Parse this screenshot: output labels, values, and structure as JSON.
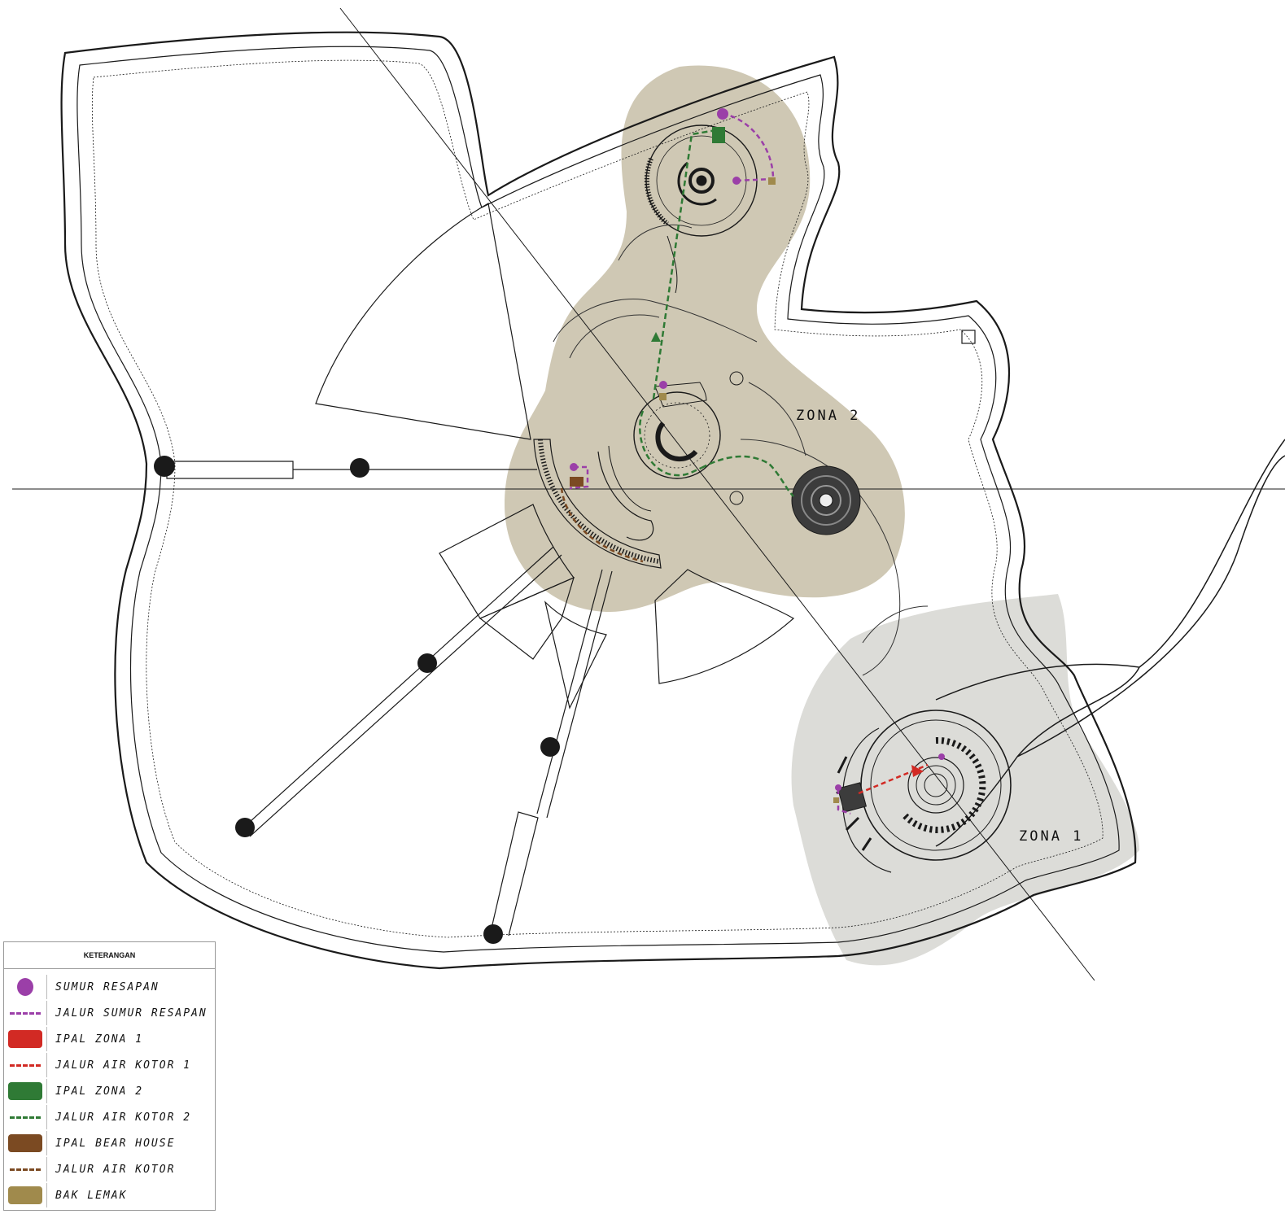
{
  "zones": {
    "zona2": {
      "label": "ZONA 2"
    },
    "zona1": {
      "label": "ZONA 1"
    }
  },
  "colors": {
    "zona2_fill": "#cfc8b4",
    "zona1_fill": "#dcdcd8",
    "sumur": "#9b3fa8",
    "ipal1": "#d22a24",
    "ipal2": "#2f7a35",
    "bear": "#7b4a22",
    "bak_lemak": "#a08a4c",
    "line": "#1a1a1a"
  },
  "legend": {
    "title": "KETERANGAN",
    "items": [
      {
        "label": "SUMUR RESAPAN",
        "symbol": "dot",
        "color": "#9b3fa8"
      },
      {
        "label": "JALUR SUMUR RESAPAN",
        "symbol": "dash",
        "color": "#9b3fa8"
      },
      {
        "label": "IPAL ZONA 1",
        "symbol": "block",
        "color": "#d22a24"
      },
      {
        "label": "JALUR AIR KOTOR 1",
        "symbol": "dash",
        "color": "#d22a24"
      },
      {
        "label": "IPAL ZONA 2",
        "symbol": "block",
        "color": "#2f7a35"
      },
      {
        "label": "JALUR AIR KOTOR 2",
        "symbol": "dash",
        "color": "#2f7a35"
      },
      {
        "label": "IPAL BEAR HOUSE",
        "symbol": "block",
        "color": "#7b4a22"
      },
      {
        "label": "JALUR AIR KOTOR",
        "symbol": "dash",
        "color": "#7b4a22"
      },
      {
        "label": "BAK LEMAK",
        "symbol": "block",
        "color": "#a08a4c"
      }
    ]
  }
}
